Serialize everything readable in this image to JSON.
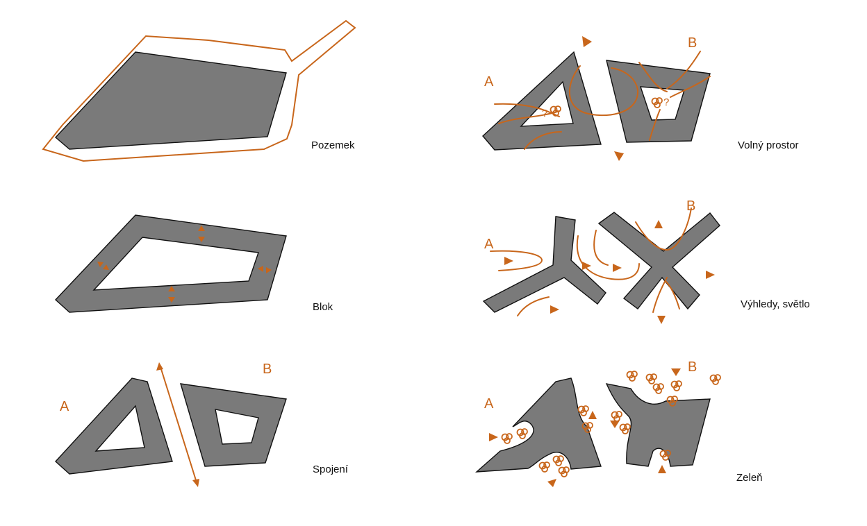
{
  "colors": {
    "block_fill": "#7a7a7a",
    "accent": "#c8661b",
    "caption": "#111111"
  },
  "panels": {
    "pozemek": {
      "caption": "Pozemek"
    },
    "blok": {
      "caption": "Blok"
    },
    "spojeni": {
      "caption": "Spojení",
      "label_a": "A",
      "label_b": "B"
    },
    "volny_prostor": {
      "caption": "Volný prostor",
      "label_a": "A",
      "label_b": "B",
      "question_mark": "?"
    },
    "vyhledy": {
      "caption": "Výhledy, světlo",
      "label_a": "A",
      "label_b": "B"
    },
    "zelen": {
      "caption": "Zeleň",
      "label_a": "A",
      "label_b": "B"
    }
  },
  "icons": [
    "tree-icon",
    "arrow-icon",
    "double-arrow-icon"
  ]
}
